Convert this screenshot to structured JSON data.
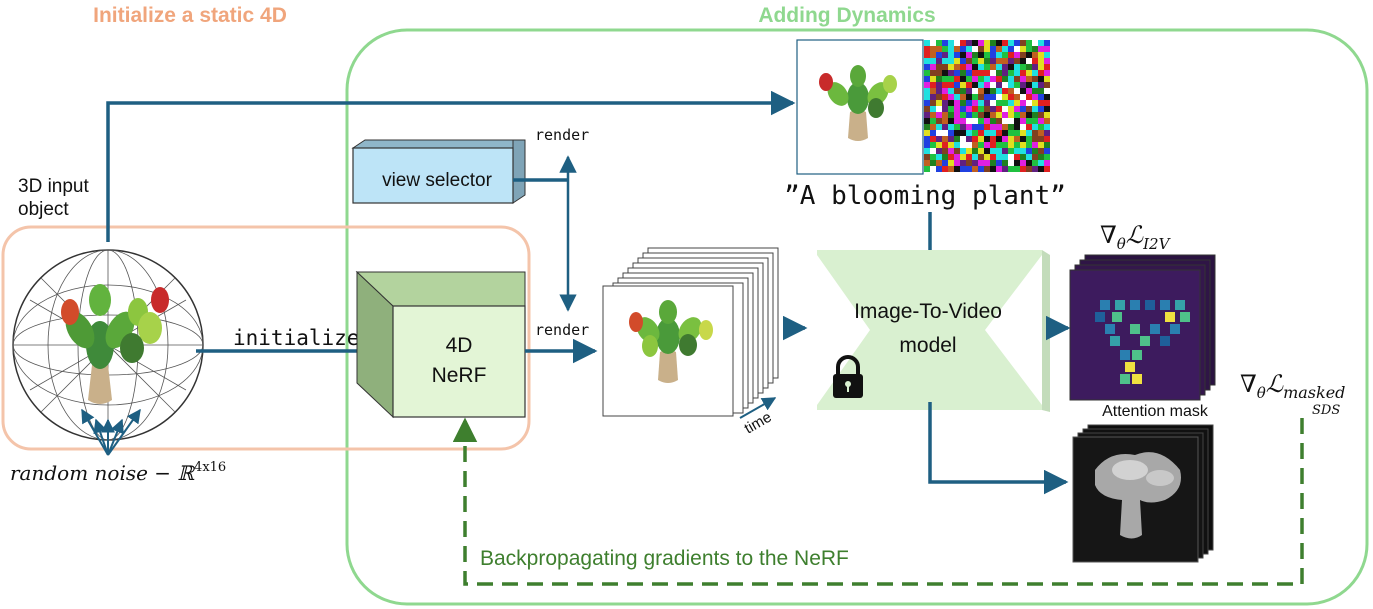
{
  "sections": {
    "static_title": "Initialize a static 4D",
    "dynamics_title": "Adding Dynamics"
  },
  "labels": {
    "input_object_line1": "3D input",
    "input_object_line2": "object",
    "initialize": "initialize",
    "render_top": "render",
    "render_mid": "render",
    "time": "time",
    "view_selector": "view selector",
    "nerf_line1": "4D",
    "nerf_line2": "NeRF",
    "prompt": "”A blooming plant”",
    "i2v_line1": "Image-To-Video",
    "i2v_line2": "model",
    "grad_i2v_prefix": "∇",
    "grad_i2v_theta": "θ",
    "grad_i2v_L": "ℒ",
    "grad_i2v_sub": "I2V",
    "grad_masked_prefix": "∇",
    "grad_masked_theta": "θ",
    "grad_masked_L": "ℒ",
    "grad_masked_sub": "masked",
    "grad_masked_sub2": "SDS",
    "attention_mask": "Attention mask",
    "noise": "random noise − ℝ",
    "noise_sup": "4x16",
    "backprop": "Backpropagating gradients to the NeRF"
  },
  "colors": {
    "static_region": "#f4c4aa",
    "static_title": "#f0a57c",
    "dynamics_region": "#8fd88f",
    "dynamics_title": "#8fd88f",
    "arrow": "#1e5f82",
    "backprop": "#3e7f2e",
    "nerf_front": "#e3f5d6",
    "nerf_side": "#9dbf8a",
    "view_selector": "#bde4f7",
    "i2v_model": "#d9f0d0",
    "heatmap_bg": "#3d1b5e"
  },
  "icons": {
    "lock": "lock-icon"
  }
}
